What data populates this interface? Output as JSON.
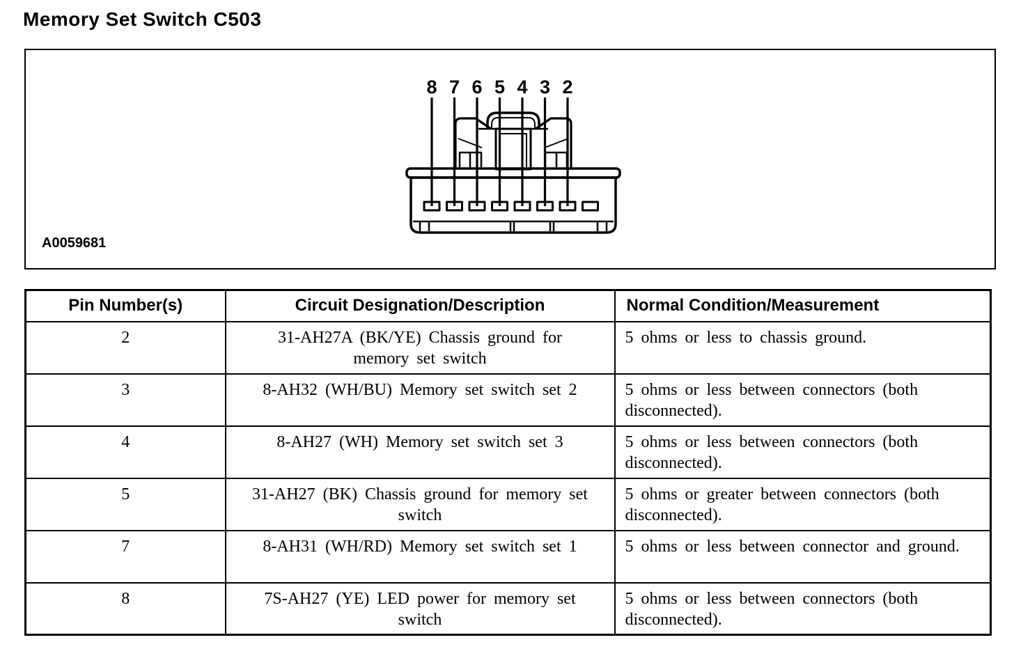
{
  "page_title": "Memory Set Switch C503",
  "diagram": {
    "figure_code": "A0059681",
    "connector_name": "memory-set-switch-connector-C503",
    "pin_labels": [
      "8",
      "7",
      "6",
      "5",
      "4",
      "3",
      "2"
    ],
    "line_color": "#000000",
    "background_color": "#ffffff"
  },
  "table": {
    "headers": {
      "pin": "Pin Number(s)",
      "circuit": "Circuit Designation/Description",
      "condition": "Normal Condition/Measurement"
    },
    "rows": [
      {
        "pin": "2",
        "circuit": "31-AH27A (BK/YE) Chassis ground for memory set switch",
        "condition": "5 ohms or less to chassis ground."
      },
      {
        "pin": "3",
        "circuit": "8-AH32 (WH/BU) Memory set switch set 2",
        "condition": "5 ohms or less between connectors (both disconnected)."
      },
      {
        "pin": "4",
        "circuit": "8-AH27 (WH) Memory set switch set 3",
        "condition": "5 ohms or less between connectors (both disconnected)."
      },
      {
        "pin": "5",
        "circuit": "31-AH27 (BK) Chassis ground for memory set switch",
        "condition": "5 ohms or greater between connectors (both disconnected)."
      },
      {
        "pin": "7",
        "circuit": "8-AH31 (WH/RD) Memory set switch set 1",
        "condition": "5 ohms or less between connector and ground."
      },
      {
        "pin": "8",
        "circuit": "7S-AH27 (YE) LED power for memory set switch",
        "condition": "5 ohms or less between connectors (both disconnected)."
      }
    ]
  }
}
